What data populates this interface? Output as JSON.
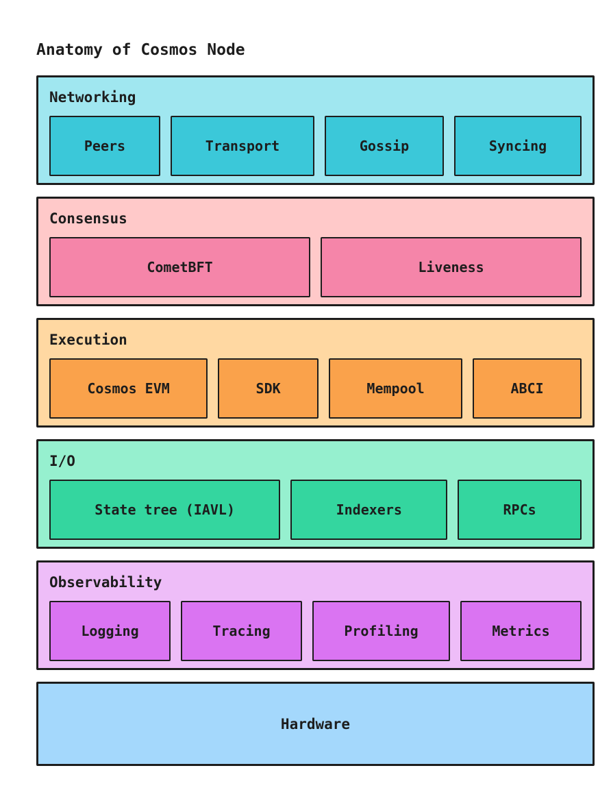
{
  "title": "Anatomy of Cosmos Node",
  "colors": {
    "ink": "#1d1d1d",
    "background": "#ffffff"
  },
  "layers": [
    {
      "name": "Networking",
      "bg": "#a0e7f0",
      "item_bg": "#3bc8d9",
      "items": [
        "Peers",
        "Transport",
        "Gossip",
        "Syncing"
      ]
    },
    {
      "name": "Consensus",
      "bg": "#ffc9c9",
      "item_bg": "#f585a9",
      "items": [
        "CometBFT",
        "Liveness"
      ]
    },
    {
      "name": "Execution",
      "bg": "#ffd8a2",
      "item_bg": "#faa24b",
      "items": [
        "Cosmos EVM",
        "SDK",
        "Mempool",
        "ABCI"
      ]
    },
    {
      "name": "I/O",
      "bg": "#96f0cf",
      "item_bg": "#34d69f",
      "items": [
        "State tree (IAVL)",
        "Indexers",
        "RPCs"
      ]
    },
    {
      "name": "Observability",
      "bg": "#eebdf8",
      "item_bg": "#da74f2",
      "items": [
        "Logging",
        "Tracing",
        "Profiling",
        "Metrics"
      ]
    },
    {
      "name": "Hardware",
      "bg": "#a4d8fc",
      "items": []
    }
  ]
}
